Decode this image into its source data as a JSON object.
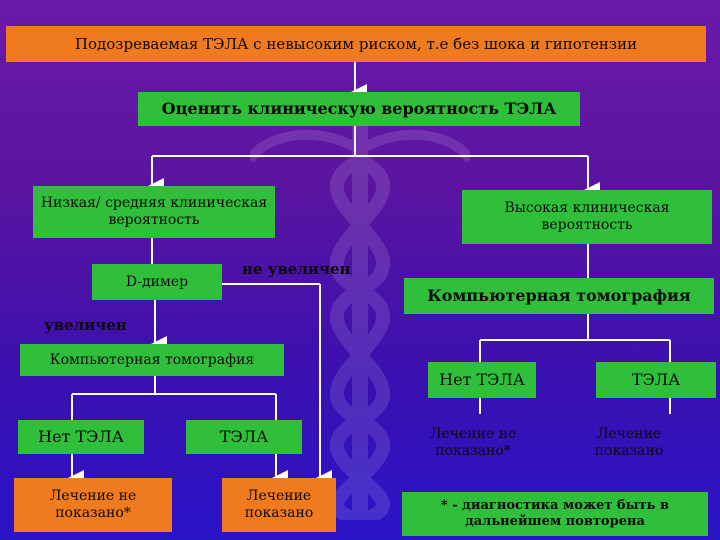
{
  "colors": {
    "background_top": "#6a1aa8",
    "background_bottom": "#2a14c8",
    "box_orange": "#f07a1e",
    "box_green": "#2fbf3a",
    "box_violet": "#6b2bc9",
    "connector": "#ffffff"
  },
  "icons": {
    "background_emblem": "caduceus-icon"
  },
  "nodes": {
    "suspected": "Подозреваемая ТЭЛА с невысоким риском, т.е без шока и гипотензии",
    "assess": "Оценить клиническую вероятность ТЭЛА",
    "low_mid": "Низкая/ средняя клиническая вероятность",
    "high": "Высокая клиническая вероятность",
    "ddimer": "D-димер",
    "ct_left": "Компьютерная томография",
    "ct_right": "Компьютерная томография",
    "no_pe_left": "Нет ТЭЛА",
    "pe_left": "ТЭЛА",
    "no_pe_right": "Нет ТЭЛА",
    "pe_right": "ТЭЛА",
    "no_treat_left": "Лечение не показано*",
    "treat_left": "Лечение показано",
    "no_treat_right": "Лечение не показано*",
    "treat_right": "Лечение показано",
    "footnote": "* - диагностика может быть в дальнейшем повторена"
  },
  "labels": {
    "not_elevated": "не увеличен",
    "elevated": "увеличен"
  }
}
